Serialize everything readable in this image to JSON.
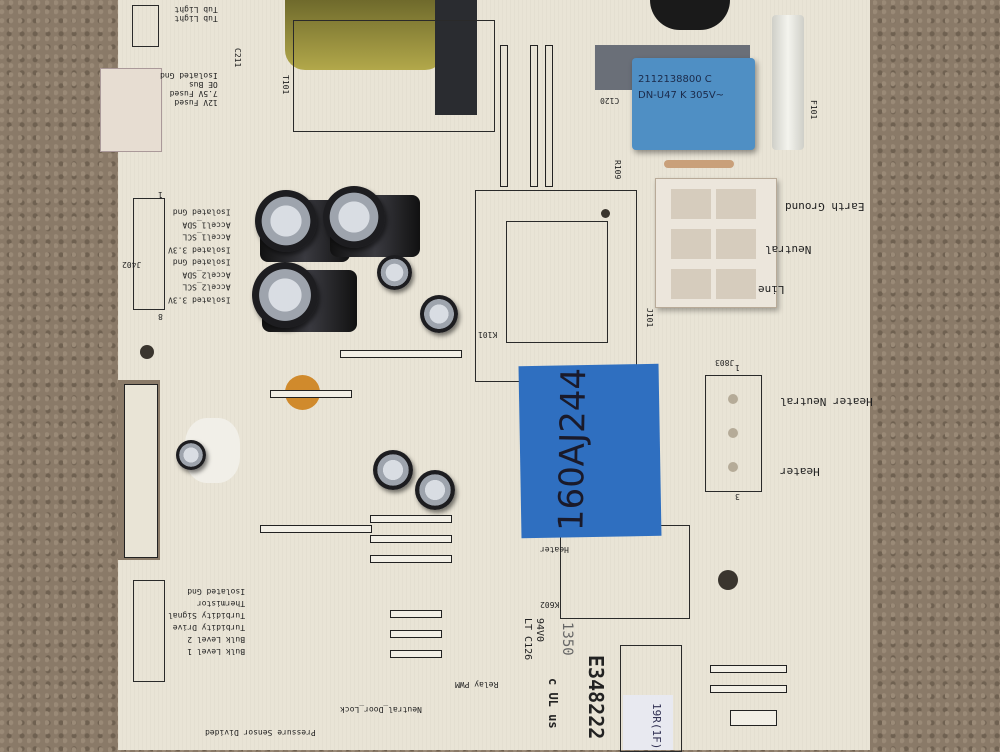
{
  "board": {
    "x_capacitor": {
      "line1": "2112138800   C",
      "line2": "DN-U47 K 305V~"
    },
    "cert": {
      "ul_mark": "c UL us",
      "rating": "94V0",
      "lt": "LT C126",
      "date_code": "1350",
      "file_number": "E348222"
    },
    "sticker": "19R(1F)",
    "tape_handwriting": "160AJ244",
    "power_connector_labels": [
      "Earth Ground",
      "Neutral",
      "Line"
    ],
    "heater_connector": {
      "ref": "J803",
      "labels": [
        "Heater Neutral",
        "Heater"
      ],
      "pin1": "1",
      "pin3": "3"
    },
    "accel_connector": {
      "ref": "J402",
      "pin1": "1",
      "pin8": "8",
      "labels": [
        "Isolated Gnd",
        "Accel1_SDA",
        "Accel1_SCL",
        "Isolated 3.3V",
        "Isolated Gnd",
        "Accel2_SDA",
        "Accel2_SCL",
        "Isolated 3.3V"
      ]
    },
    "top_left_labels": [
      "Tub Light",
      "Tub Light",
      "Isolated Gnd",
      "OE Bus",
      "7.5V Fused",
      "12V Fused"
    ],
    "bottom_left_labels": [
      "Isolated Gnd",
      "Thermistor",
      "Turbidity Signal",
      "Turbidity Drive",
      "Bulk Level 2",
      "Bulk Level 1",
      "Pressure Sensor Divided",
      "Neutral_Door_Lock",
      "Relay PWM"
    ],
    "relay_labels": [
      "K101",
      "K602",
      "Heater"
    ],
    "refs": [
      "C120",
      "F101",
      "T101",
      "J101",
      "R109",
      "C211"
    ]
  }
}
